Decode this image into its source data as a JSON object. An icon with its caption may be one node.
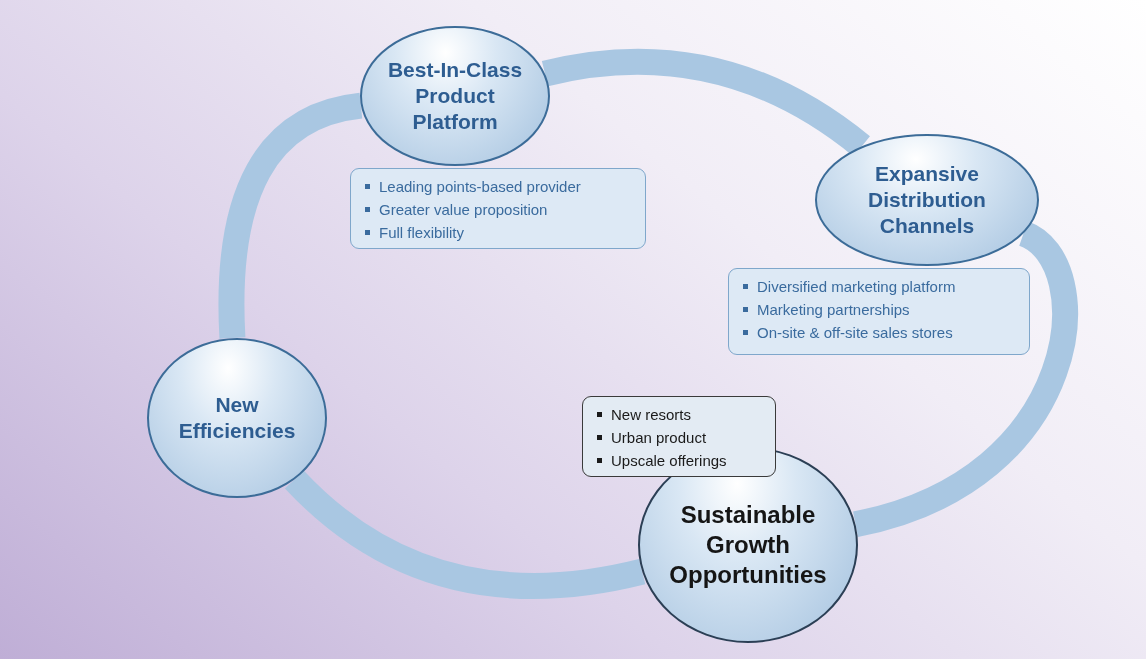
{
  "diagram": {
    "nodes": [
      {
        "text": [
          "Best-In-Class Product Platform"
        ]
      },
      {
        "text": [
          "Leading points-based provider",
          "Greater value proposition",
          "Full flexibility"
        ]
      },
      {
        "text": [
          "Expansive Distribution Channels"
        ]
      },
      {
        "text": [
          "Diversified marketing platform",
          "Marketing partnerships",
          "On-site & off-site sales stores"
        ]
      },
      {
        "text": [
          "New Efficiencies"
        ]
      },
      {
        "text": [
          "New resorts",
          "Urban product",
          "Upscale offerings"
        ]
      },
      {
        "text": [
          "Sustainable Growth Opportunities"
        ]
      }
    ],
    "edges": [
      {
        "from": 0,
        "to": 2,
        "arrow": "none"
      },
      {
        "from": 2,
        "to": 6,
        "arrow": "none"
      },
      {
        "from": 6,
        "to": 4,
        "arrow": "none"
      },
      {
        "from": 4,
        "to": 0,
        "arrow": "none"
      }
    ]
  }
}
